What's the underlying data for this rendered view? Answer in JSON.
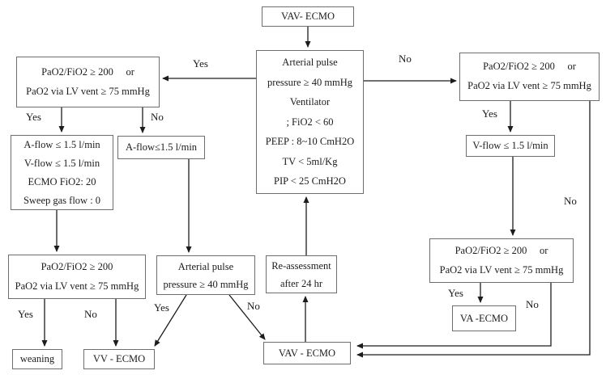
{
  "nodes": {
    "top_vav": "VAV- ECMO",
    "center": "Arterial pulse\npressure ≥ 40 mmHg\nVentilator\n; FiO2 < 60\nPEEP : 8~10 CmH2O\nTV < 5ml/Kg\nPIP < 25 CmH2O",
    "left_top": "PaO2/FiO2 ≥ 200     or\nPaO2 via LV vent ≥ 75 mmHg",
    "right_top": "PaO2/FiO2 ≥ 200     or\nPaO2 via LV vent ≥ 75 mmHg",
    "left_settings": "A-flow ≤ 1.5 l/min\nV-flow ≤ 1.5 l/min\nECMO FiO2: 20\nSweep gas flow : 0",
    "a_flow": "A-flow≤1.5 l/min",
    "v_flow": "V-flow ≤ 1.5 l/min",
    "left_pao2": "PaO2/FiO2 ≥ 200\nPaO2 via LV vent ≥ 75 mmHg",
    "arterial_mid": "Arterial pulse\npressure ≥ 40 mmHg",
    "reassess": "Re-assessment\nafter 24 hr",
    "right_pao2": "PaO2/FiO2 ≥ 200     or\nPaO2 via LV vent ≥ 75 mmHg",
    "weaning": "weaning",
    "vv_ecmo": "VV - ECMO",
    "vav_bottom": "VAV - ECMO",
    "va_ecmo": "VA -ECMO"
  },
  "labels": {
    "center_left_yes": "Yes",
    "center_right_no": "No",
    "left_top_yes": "Yes",
    "left_top_no": "No",
    "right_top_yes": "Yes",
    "far_right_no": "No",
    "left_pao2_yes": "Yes",
    "left_pao2_no": "No",
    "arterial_yes": "Yes",
    "arterial_no": "No",
    "right_pao2_yes": "Yes",
    "right_pao2_no": "No"
  },
  "colors": {
    "border": "#6e6e6e",
    "arrow": "#1c1c1c",
    "text": "#1c1c1c",
    "background": "#ffffff"
  }
}
